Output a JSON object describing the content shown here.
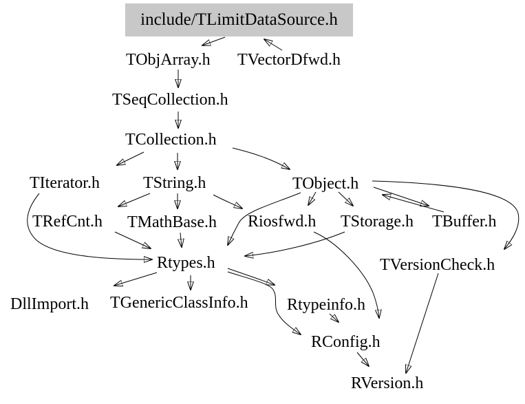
{
  "diagram": {
    "type": "include-dependency-graph",
    "root": "include/TLimitDataSource.h",
    "colors": {
      "background": "#ffffff",
      "root_node_fill": "#c8c8c8",
      "edge_line": "#000000",
      "text": "#000000"
    },
    "nodes": [
      {
        "id": "include/TLimitDataSource.h",
        "label": "include/TLimitDataSource.h"
      },
      {
        "id": "TObjArray.h",
        "label": "TObjArray.h"
      },
      {
        "id": "TVectorDfwd.h",
        "label": "TVectorDfwd.h"
      },
      {
        "id": "TSeqCollection.h",
        "label": "TSeqCollection.h"
      },
      {
        "id": "TCollection.h",
        "label": "TCollection.h"
      },
      {
        "id": "TIterator.h",
        "label": "TIterator.h"
      },
      {
        "id": "TString.h",
        "label": "TString.h"
      },
      {
        "id": "TObject.h",
        "label": "TObject.h"
      },
      {
        "id": "TRefCnt.h",
        "label": "TRefCnt.h"
      },
      {
        "id": "TMathBase.h",
        "label": "TMathBase.h"
      },
      {
        "id": "Riosfwd.h",
        "label": "Riosfwd.h"
      },
      {
        "id": "TStorage.h",
        "label": "TStorage.h"
      },
      {
        "id": "TBuffer.h",
        "label": "TBuffer.h"
      },
      {
        "id": "Rtypes.h",
        "label": "Rtypes.h"
      },
      {
        "id": "TVersionCheck.h",
        "label": "TVersionCheck.h"
      },
      {
        "id": "DllImport.h",
        "label": "DllImport.h"
      },
      {
        "id": "TGenericClassInfo.h",
        "label": "TGenericClassInfo.h"
      },
      {
        "id": "Rtypeinfo.h",
        "label": "Rtypeinfo.h"
      },
      {
        "id": "RConfig.h",
        "label": "RConfig.h"
      },
      {
        "id": "RVersion.h",
        "label": "RVersion.h"
      }
    ],
    "edges": [
      {
        "from": "include/TLimitDataSource.h",
        "to": "TObjArray.h"
      },
      {
        "from": "TVectorDfwd.h",
        "to": "include/TLimitDataSource.h"
      },
      {
        "from": "TObjArray.h",
        "to": "TSeqCollection.h"
      },
      {
        "from": "TSeqCollection.h",
        "to": "TCollection.h"
      },
      {
        "from": "TCollection.h",
        "to": "TIterator.h"
      },
      {
        "from": "TCollection.h",
        "to": "TString.h"
      },
      {
        "from": "TCollection.h",
        "to": "TObject.h"
      },
      {
        "from": "TString.h",
        "to": "TRefCnt.h"
      },
      {
        "from": "TString.h",
        "to": "TMathBase.h"
      },
      {
        "from": "TString.h",
        "to": "Riosfwd.h"
      },
      {
        "from": "TIterator.h",
        "to": "Rtypes.h"
      },
      {
        "from": "TRefCnt.h",
        "to": "Rtypes.h"
      },
      {
        "from": "TMathBase.h",
        "to": "Rtypes.h"
      },
      {
        "from": "TObject.h",
        "to": "Riosfwd.h"
      },
      {
        "from": "TObject.h",
        "to": "TStorage.h"
      },
      {
        "from": "TObject.h",
        "to": "TBuffer.h"
      },
      {
        "from": "TBuffer.h",
        "to": "TObject.h"
      },
      {
        "from": "TObject.h",
        "to": "TVersionCheck.h"
      },
      {
        "from": "TObject.h",
        "to": "Rtypes.h"
      },
      {
        "from": "TStorage.h",
        "to": "Rtypes.h"
      },
      {
        "from": "Riosfwd.h",
        "to": "RConfig.h"
      },
      {
        "from": "Rtypes.h",
        "to": "DllImport.h"
      },
      {
        "from": "Rtypes.h",
        "to": "TGenericClassInfo.h"
      },
      {
        "from": "Rtypes.h",
        "to": "Rtypeinfo.h"
      },
      {
        "from": "Rtypes.h",
        "to": "RConfig.h"
      },
      {
        "from": "Rtypeinfo.h",
        "to": "RConfig.h"
      },
      {
        "from": "RConfig.h",
        "to": "RVersion.h"
      },
      {
        "from": "TVersionCheck.h",
        "to": "RVersion.h"
      }
    ]
  }
}
